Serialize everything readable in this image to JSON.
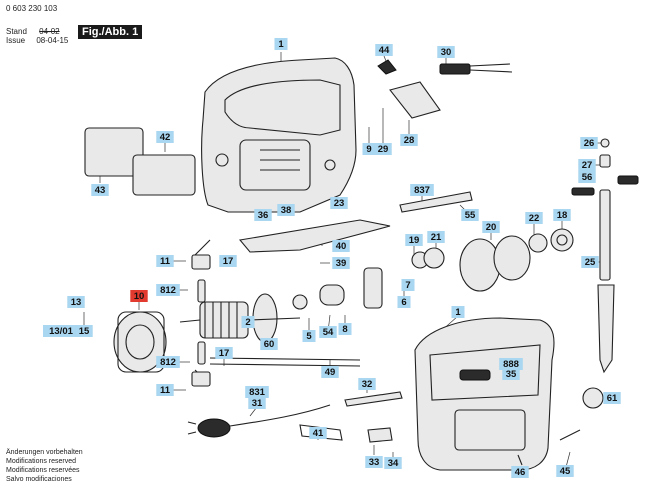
{
  "header": {
    "part_number": "0 603 230 103",
    "stand_label": "Stand",
    "issue_label": "Issue",
    "old_date": "04-02",
    "new_date": "08-04-15",
    "figure_label": "Fig./Abb. 1"
  },
  "footer": {
    "lines": [
      "Änderungen vorbehalten",
      "Modifications reserved",
      "Modifications reservées",
      "Salvo modificaciones"
    ]
  },
  "colors": {
    "callout": "#a9d6f0",
    "highlight": "#e23a2e",
    "ink": "#222222"
  },
  "callouts": [
    {
      "id": "c1a",
      "label": "1",
      "highlight": false
    },
    {
      "id": "c44",
      "label": "44",
      "highlight": false
    },
    {
      "id": "c30",
      "label": "30",
      "highlight": false
    },
    {
      "id": "c42",
      "label": "42",
      "highlight": false
    },
    {
      "id": "c43",
      "label": "43",
      "highlight": false
    },
    {
      "id": "c9",
      "label": "9",
      "highlight": false
    },
    {
      "id": "c29",
      "label": "29",
      "highlight": false
    },
    {
      "id": "c28",
      "label": "28",
      "highlight": false
    },
    {
      "id": "c26",
      "label": "26",
      "highlight": false
    },
    {
      "id": "c27",
      "label": "27",
      "highlight": false
    },
    {
      "id": "c56",
      "label": "56",
      "highlight": false
    },
    {
      "id": "c837",
      "label": "837",
      "highlight": false
    },
    {
      "id": "c36",
      "label": "36",
      "highlight": false
    },
    {
      "id": "c38",
      "label": "38",
      "highlight": false
    },
    {
      "id": "c23",
      "label": "23",
      "highlight": false
    },
    {
      "id": "c55",
      "label": "55",
      "highlight": false
    },
    {
      "id": "c20",
      "label": "20",
      "highlight": false
    },
    {
      "id": "c22",
      "label": "22",
      "highlight": false
    },
    {
      "id": "c18",
      "label": "18",
      "highlight": false
    },
    {
      "id": "c21",
      "label": "21",
      "highlight": false
    },
    {
      "id": "c19",
      "label": "19",
      "highlight": false
    },
    {
      "id": "c40",
      "label": "40",
      "highlight": false
    },
    {
      "id": "c39",
      "label": "39",
      "highlight": false
    },
    {
      "id": "c11a",
      "label": "11",
      "highlight": false
    },
    {
      "id": "c17a",
      "label": "17",
      "highlight": false
    },
    {
      "id": "c7",
      "label": "7",
      "highlight": false
    },
    {
      "id": "c25",
      "label": "25",
      "highlight": false
    },
    {
      "id": "c10",
      "label": "10",
      "highlight": true
    },
    {
      "id": "c812a",
      "label": "812",
      "highlight": false
    },
    {
      "id": "c6",
      "label": "6",
      "highlight": false
    },
    {
      "id": "c13",
      "label": "13",
      "highlight": false
    },
    {
      "id": "c2",
      "label": "2",
      "highlight": false
    },
    {
      "id": "c1301",
      "label": "13/01",
      "highlight": false
    },
    {
      "id": "c15",
      "label": "15",
      "highlight": false
    },
    {
      "id": "c60",
      "label": "60",
      "highlight": false
    },
    {
      "id": "c5",
      "label": "5",
      "highlight": false
    },
    {
      "id": "c54",
      "label": "54",
      "highlight": false
    },
    {
      "id": "c8",
      "label": "8",
      "highlight": false
    },
    {
      "id": "c1b",
      "label": "1",
      "highlight": false
    },
    {
      "id": "c17b",
      "label": "17",
      "highlight": false
    },
    {
      "id": "c812b",
      "label": "812",
      "highlight": false
    },
    {
      "id": "c888",
      "label": "888",
      "highlight": false
    },
    {
      "id": "c35",
      "label": "35",
      "highlight": false
    },
    {
      "id": "c49",
      "label": "49",
      "highlight": false
    },
    {
      "id": "c11b",
      "label": "11",
      "highlight": false
    },
    {
      "id": "c32",
      "label": "32",
      "highlight": false
    },
    {
      "id": "c831",
      "label": "831",
      "highlight": false
    },
    {
      "id": "c31",
      "label": "31",
      "highlight": false
    },
    {
      "id": "c61",
      "label": "61",
      "highlight": false
    },
    {
      "id": "c41",
      "label": "41",
      "highlight": false
    },
    {
      "id": "c33",
      "label": "33",
      "highlight": false
    },
    {
      "id": "c34",
      "label": "34",
      "highlight": false
    },
    {
      "id": "c46",
      "label": "46",
      "highlight": false
    },
    {
      "id": "c45",
      "label": "45",
      "highlight": false
    }
  ]
}
